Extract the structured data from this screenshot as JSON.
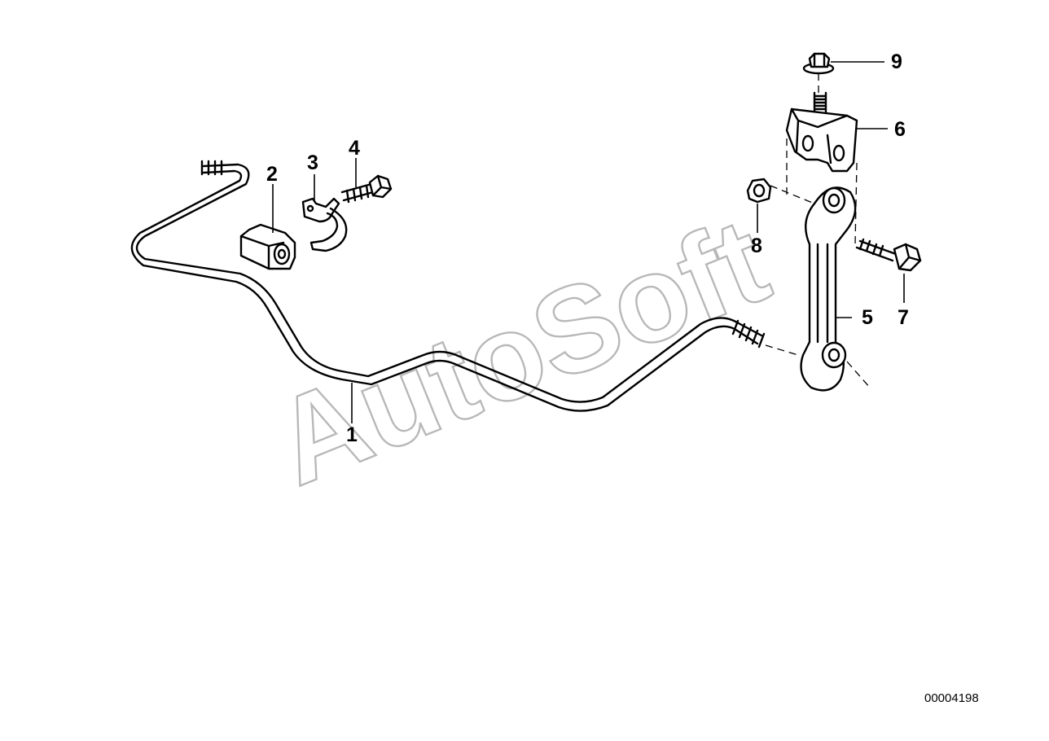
{
  "diagram": {
    "watermark": "AutoSoft",
    "document_number": "00004198",
    "callouts": [
      {
        "id": "1",
        "label": "1"
      },
      {
        "id": "2",
        "label": "2"
      },
      {
        "id": "3",
        "label": "3"
      },
      {
        "id": "4",
        "label": "4"
      },
      {
        "id": "5",
        "label": "5"
      },
      {
        "id": "6",
        "label": "6"
      },
      {
        "id": "7",
        "label": "7"
      },
      {
        "id": "8",
        "label": "8"
      },
      {
        "id": "9",
        "label": "9"
      }
    ]
  }
}
